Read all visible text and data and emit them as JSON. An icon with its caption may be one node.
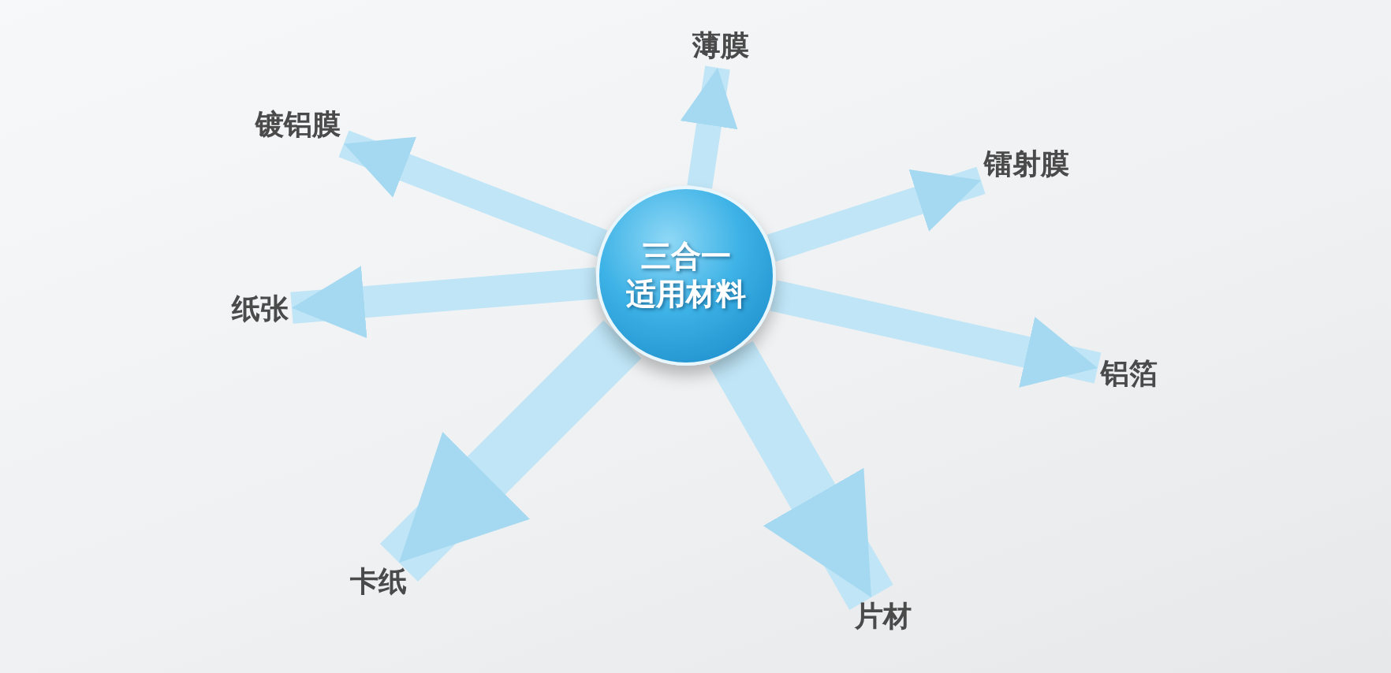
{
  "diagram": {
    "nodes": [
      {
        "text": [
          "三合一",
          "适用材料"
        ]
      },
      {
        "text": [
          "薄膜"
        ]
      },
      {
        "text": [
          "镭射膜"
        ]
      },
      {
        "text": [
          "铝箔"
        ]
      },
      {
        "text": [
          "片材"
        ]
      },
      {
        "text": [
          "卡纸"
        ]
      },
      {
        "text": [
          "纸张"
        ]
      },
      {
        "text": [
          "镀铝膜"
        ]
      }
    ],
    "edges": [
      {
        "from": 0,
        "to": 1,
        "arrow": "to"
      },
      {
        "from": 0,
        "to": 2,
        "arrow": "to"
      },
      {
        "from": 0,
        "to": 3,
        "arrow": "to"
      },
      {
        "from": 0,
        "to": 4,
        "arrow": "to"
      },
      {
        "from": 0,
        "to": 5,
        "arrow": "to"
      },
      {
        "from": 0,
        "to": 6,
        "arrow": "to"
      },
      {
        "from": 0,
        "to": 7,
        "arrow": "to"
      }
    ]
  }
}
